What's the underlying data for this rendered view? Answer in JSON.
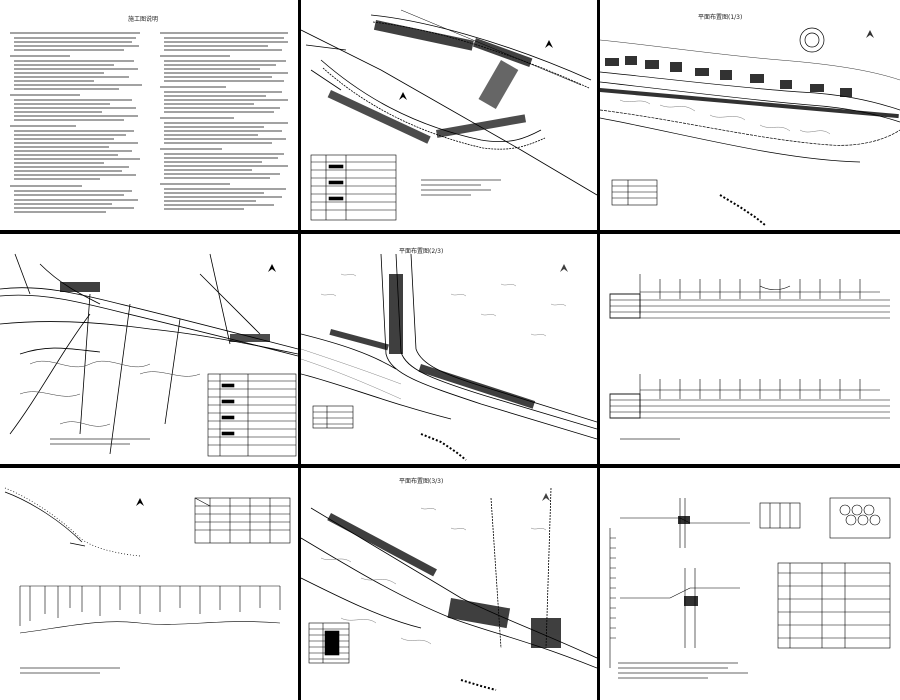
{
  "sheets": [
    {
      "id": "design-notes",
      "title": "施工图说明"
    },
    {
      "id": "layout-plan-1",
      "title": ""
    },
    {
      "id": "plan-view-1",
      "title": "平面布置图(1/3)"
    },
    {
      "id": "overall-plan",
      "title": ""
    },
    {
      "id": "plan-view-2",
      "title": "平面布置图(2/3)"
    },
    {
      "id": "profiles",
      "title": ""
    },
    {
      "id": "site-profile",
      "title": ""
    },
    {
      "id": "plan-view-3",
      "title": "平面布置图(3/3)"
    },
    {
      "id": "details",
      "title": ""
    }
  ],
  "colors": {
    "background": "#000000",
    "sheet": "#ffffff",
    "line": "#000000"
  }
}
